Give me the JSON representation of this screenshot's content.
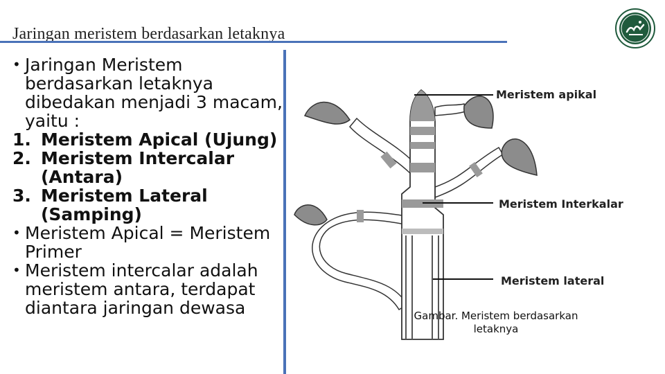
{
  "slide": {
    "title": "Jaringan meristem berdasarkan letaknya"
  },
  "content": {
    "intro": "Jaringan Meristem berdasarkan letaknya dibedakan menjadi 3 macam, yaitu :",
    "numbered": [
      {
        "num": "1.",
        "text": "Meristem Apical (Ujung)"
      },
      {
        "num": "2.",
        "text": "Meristem Intercalar (Antara)"
      },
      {
        "num": "3.",
        "text": "Meristem Lateral (Samping)"
      }
    ],
    "bullets": [
      "Meristem Apical = Meristem Primer",
      "Meristem intercalar adalah meristem antara, terdapat diantara jaringan dewasa"
    ]
  },
  "figure": {
    "labels": {
      "apical": "Meristem apikal",
      "intercalar": "Meristem Interkalar",
      "lateral": "Meristem lateral"
    },
    "caption": "Gambar. Meristem berdasarkan letaknya"
  },
  "logo": {
    "icon": "university-emblem-icon",
    "ring_color": "#1f5a3c"
  },
  "colors": {
    "accent": "#4a72b8",
    "meristem_band": "#9a9a9a",
    "leaf": "#8c8c8c"
  }
}
